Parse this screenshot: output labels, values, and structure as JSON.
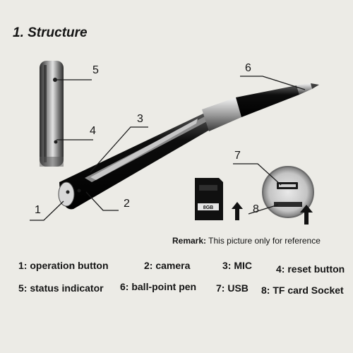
{
  "header": {
    "title": "1. Structure"
  },
  "callouts": [
    "1",
    "2",
    "3",
    "4",
    "5",
    "6",
    "7",
    "8"
  ],
  "card": {
    "text": "8GB"
  },
  "remark": {
    "label": "Remark:",
    "text": "This picture only for reference"
  },
  "legend": [
    "1: operation button",
    "2: camera",
    "3: MIC",
    "4: reset button",
    "5: status indicator",
    "6: ball-point pen",
    "7: USB",
    "8: TF card Socket"
  ]
}
